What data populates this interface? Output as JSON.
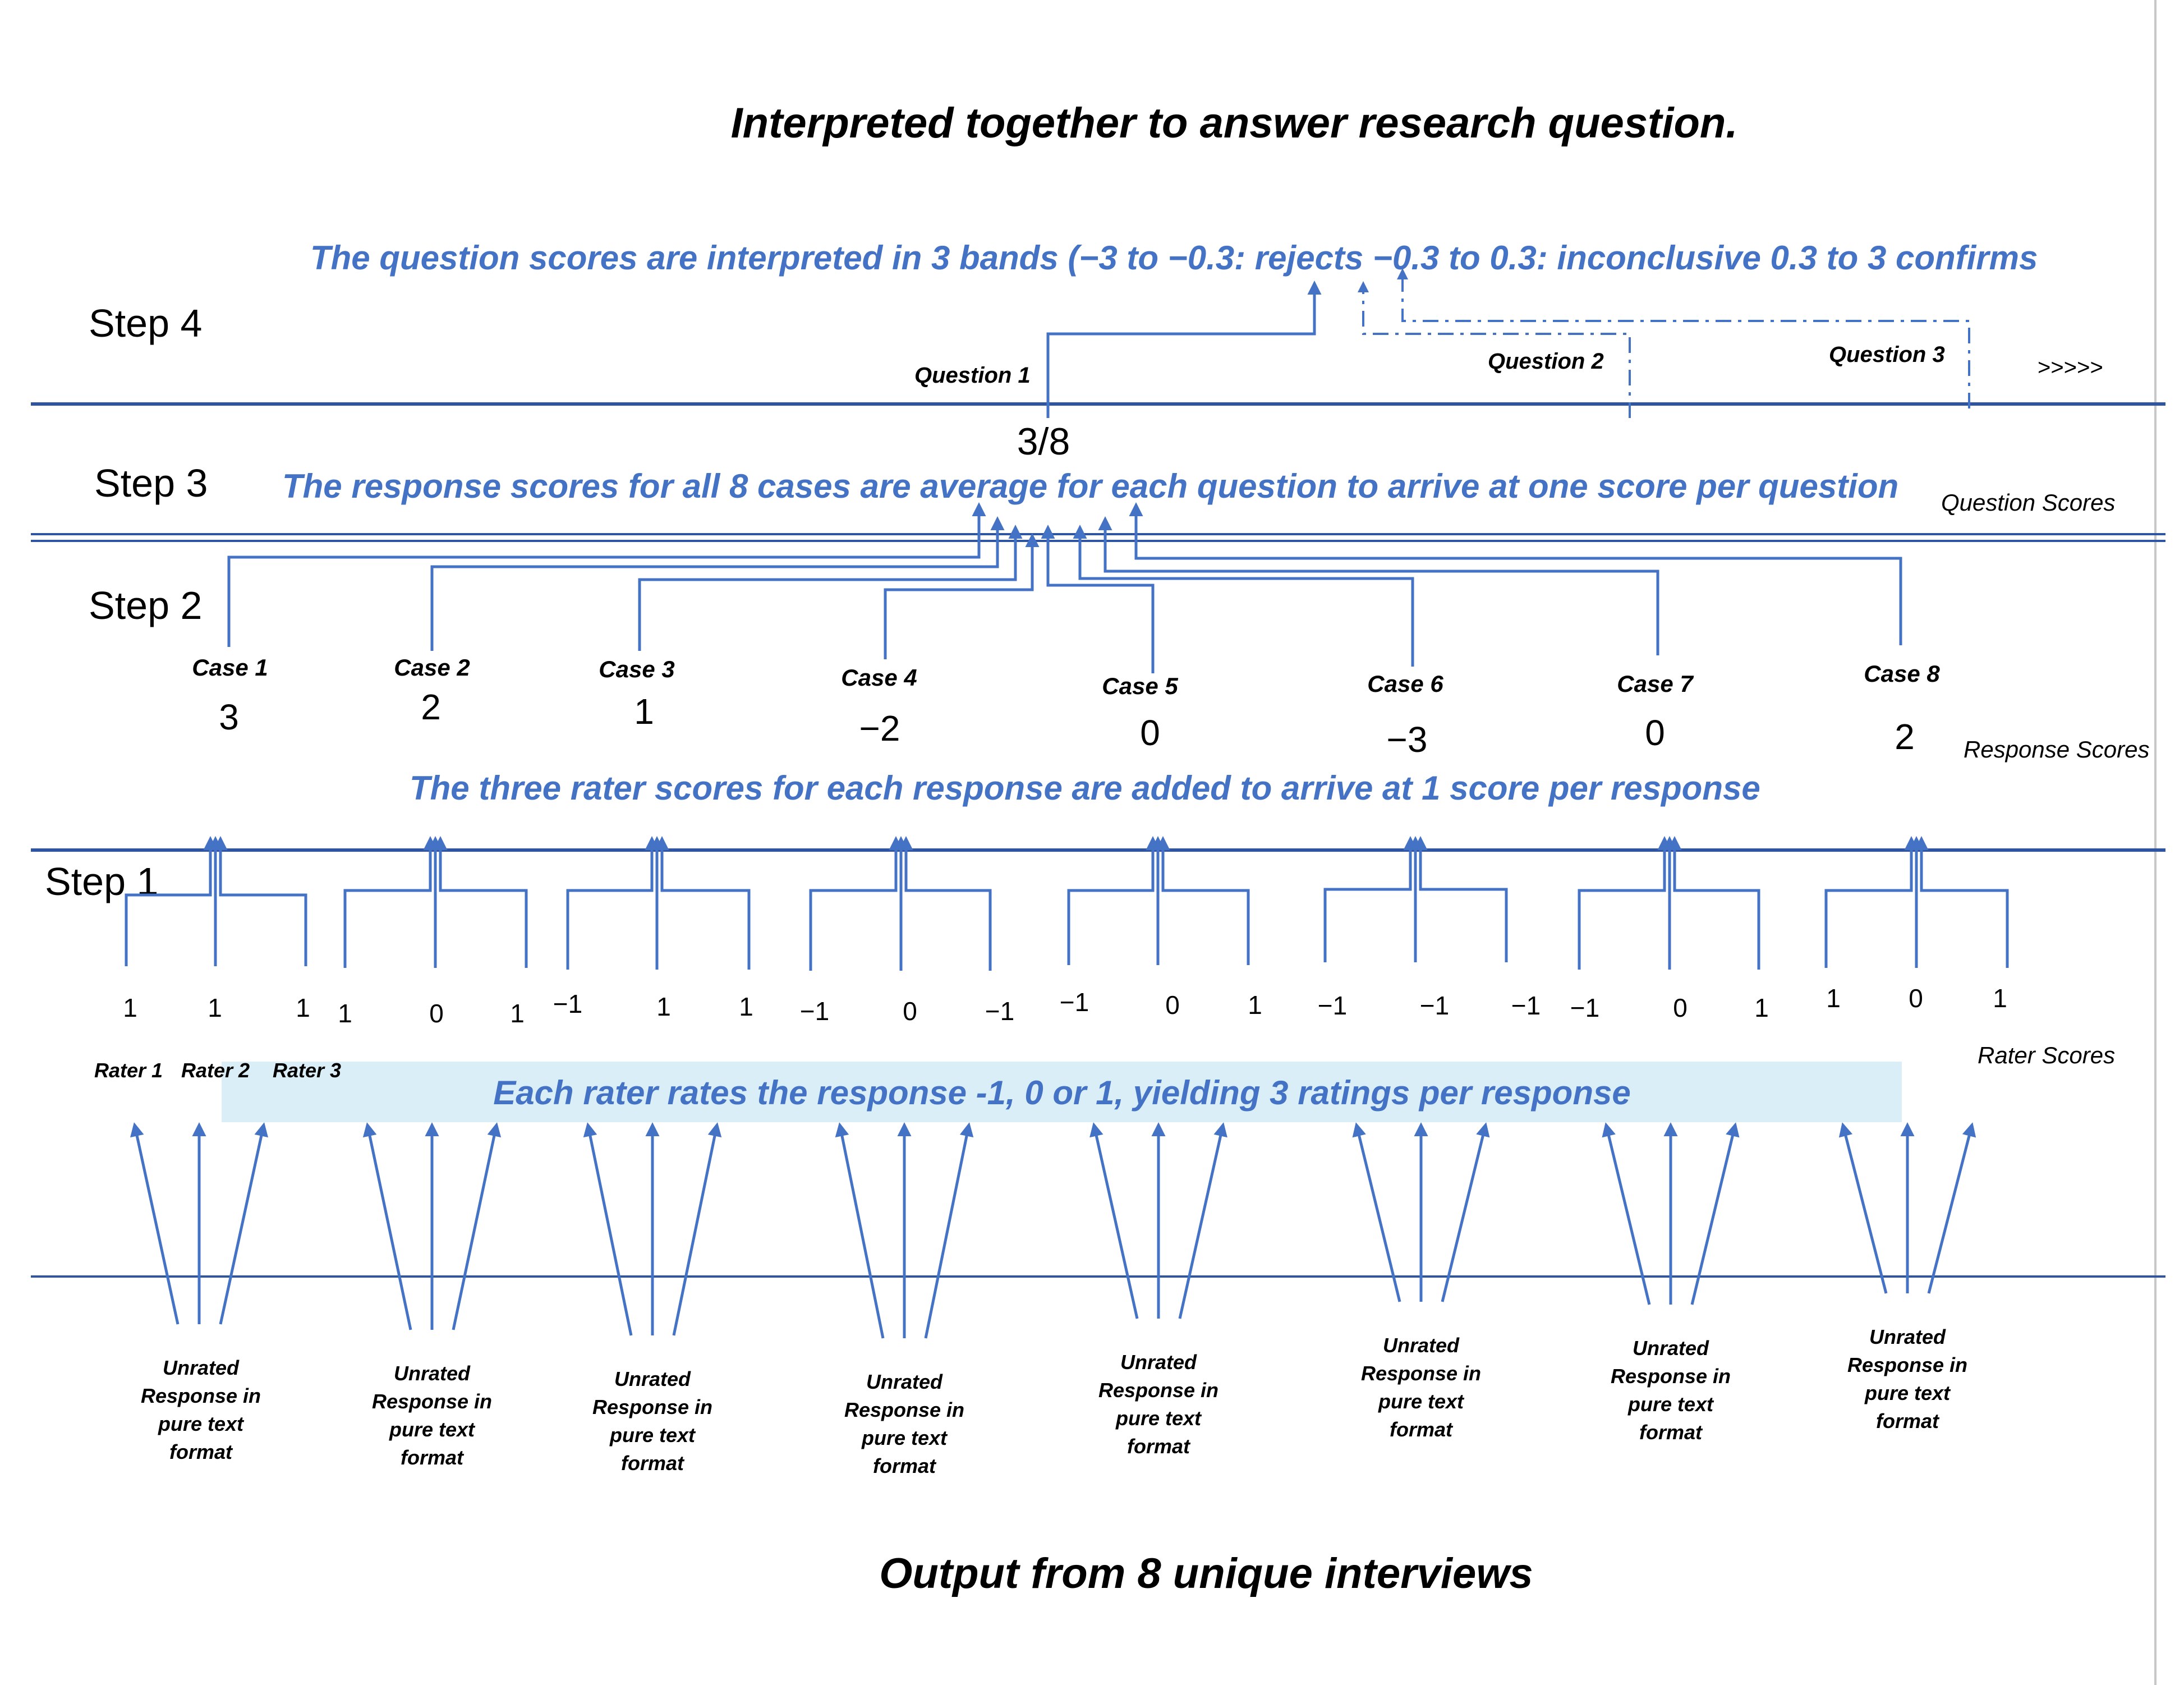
{
  "title": "Interpreted together to answer research question.",
  "footer": "Output from 8 unique interviews",
  "colors": {
    "accent": "#4472C4",
    "line": "#2F54A0",
    "highlight": "#DAEEF8"
  },
  "steps": {
    "step4": "Step 4",
    "step3": "Step 3",
    "step2": "Step 2",
    "step1": "Step 1"
  },
  "step4": {
    "text": "The question scores are interpreted in 3 bands (−3 to −0.3: rejects −0.3 to 0.3: inconclusive 0.3 to 3 confirms",
    "questions": [
      "Question 1",
      "Question 2",
      "Question 3"
    ],
    "more": ">>>>>"
  },
  "step3": {
    "text": "The response scores for all 8 cases are average for each question to arrive at one score per question",
    "fraction": "3/8",
    "label": "Question Scores"
  },
  "step2": {
    "text": "The three rater scores for each response are added to arrive at 1 score per response",
    "cases": [
      "Case 1",
      "Case 2",
      "Case 3",
      "Case 4",
      "Case 5",
      "Case 6",
      "Case 7",
      "Case 8"
    ],
    "scores": [
      "3",
      "2",
      "1",
      "−2",
      "0",
      "−3",
      "0",
      "2"
    ],
    "label": "Response Scores"
  },
  "step1": {
    "ratings": [
      [
        "1",
        "1",
        "1"
      ],
      [
        "1",
        "0",
        "1"
      ],
      [
        "−1",
        "1",
        "1"
      ],
      [
        "−1",
        "0",
        "−1"
      ],
      [
        "−1",
        "0",
        "1"
      ],
      [
        "−1",
        "−1",
        "−1"
      ],
      [
        "−1",
        "0",
        "1"
      ],
      [
        "1",
        "0",
        "1"
      ]
    ],
    "raters": [
      "Rater 1",
      "Rater 2",
      "Rater 3"
    ],
    "label": "Rater Scores",
    "rate_text": "Each rater rates the response -1, 0 or 1, yielding 3 ratings per response"
  },
  "unrated": [
    "Unrated",
    "Response in",
    "pure text",
    "format"
  ]
}
